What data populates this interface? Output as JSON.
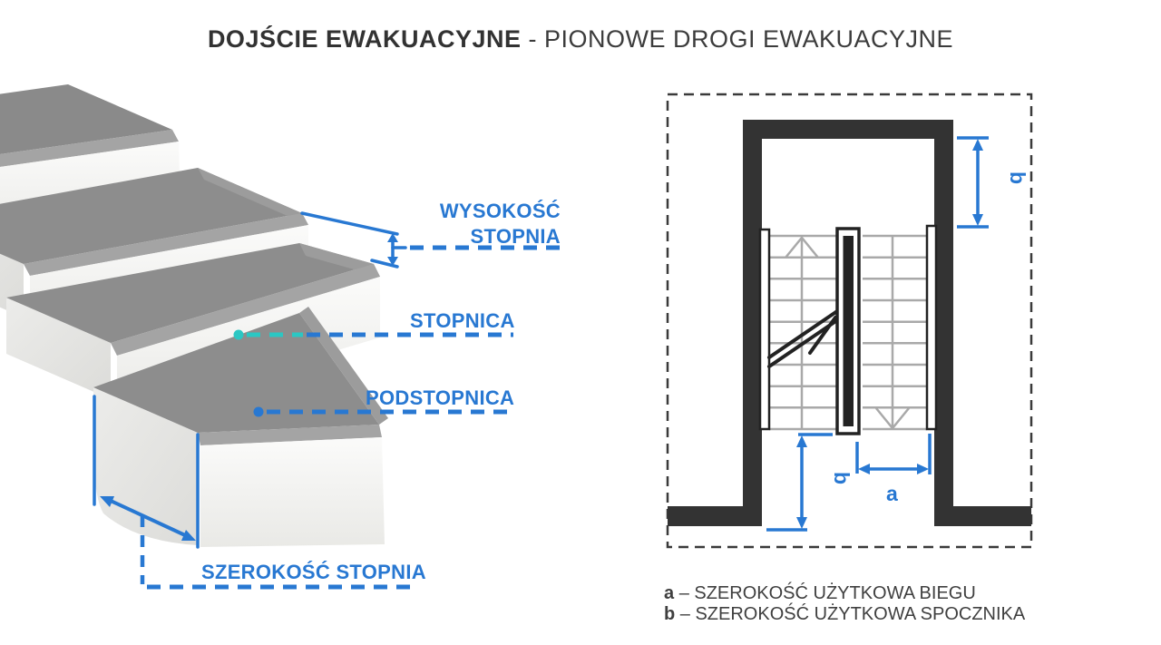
{
  "title": {
    "bold": "DOJŚCIE EWAKUACYJNE",
    "rest": " - PIONOWE DROGI EWAKUACYJNE"
  },
  "stairs_labels": {
    "step_height_line1": "WYSOKOŚĆ",
    "step_height_line2": "STOPNIA",
    "tread": "STOPNICA",
    "riser": "PODSTOPNICA",
    "step_width": "SZEROKOŚĆ STOPNIA"
  },
  "plan": {
    "dim_a": "a",
    "dim_b_top": "b",
    "dim_b_bottom": "b"
  },
  "legend": [
    {
      "key": "a",
      "text": "– SZEROKOŚĆ UŻYTKOWA BIEGU"
    },
    {
      "key": "b",
      "text": "– SZEROKOŚĆ UŻYTKOWA SPOCZNIKA"
    }
  ],
  "colors": {
    "accent_blue": "#2878d2",
    "teal": "#2bc7c3",
    "wall_dark": "#333333",
    "plan_step_gray": "#a9a9a9",
    "tread_gray": "#8d8d8d",
    "riser_white": "#f3f3f1",
    "text_dark": "#3c3c3c"
  }
}
